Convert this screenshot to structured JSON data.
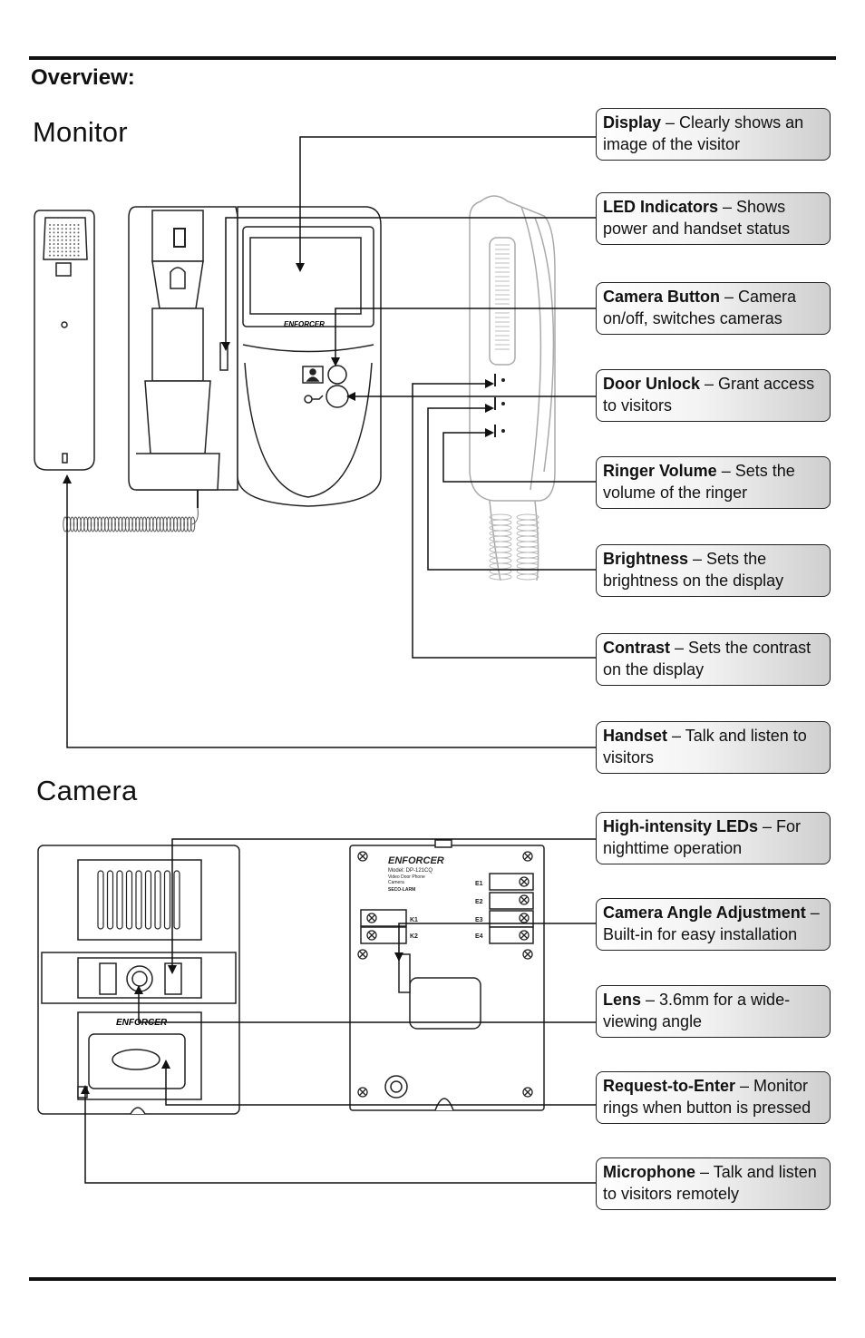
{
  "heading": "Overview:",
  "monitor_title": "Monitor",
  "camera_title": "Camera",
  "brand": "ENFORCER",
  "monitor_callouts": [
    {
      "name": "Display",
      "desc": " – Clearly shows an image of the visitor"
    },
    {
      "name": "LED Indicators",
      "desc": " – Shows power and handset status"
    },
    {
      "name": "Camera Button",
      "desc": " – Camera on/off, switches cameras"
    },
    {
      "name": "Door Unlock",
      "desc": " – Grant access to visitors"
    },
    {
      "name": "Ringer Volume",
      "desc": " – Sets the volume of the ringer"
    },
    {
      "name": "Brightness",
      "desc": " – Sets the brightness on the display"
    },
    {
      "name": "Contrast",
      "desc": " – Sets the contrast on the display"
    },
    {
      "name": "Handset",
      "desc": " – Talk and listen to visitors"
    }
  ],
  "camera_callouts": [
    {
      "name": "High-intensity LEDs",
      "desc": " – For nighttime operation"
    },
    {
      "name": "Camera Angle Adjustment",
      "desc": " – Built-in for easy installation"
    },
    {
      "name": "Lens",
      "desc": " – 3.6mm for a wide-viewing angle"
    },
    {
      "name": "Request-to-Enter",
      "desc": " – Monitor rings when button is pressed"
    },
    {
      "name": "Microphone",
      "desc": " – Talk and listen to visitors remotely"
    }
  ],
  "camera_back_label": {
    "brand": "ENFORCER",
    "model": "Model: DP-121CQ",
    "line1": "Video Door Phone",
    "line2": "Camera",
    "line3": "SECO-LARM",
    "terminals_right": [
      "E1",
      "E2",
      "E3",
      "E4"
    ],
    "terminals_left": [
      "K1",
      "K2"
    ]
  }
}
